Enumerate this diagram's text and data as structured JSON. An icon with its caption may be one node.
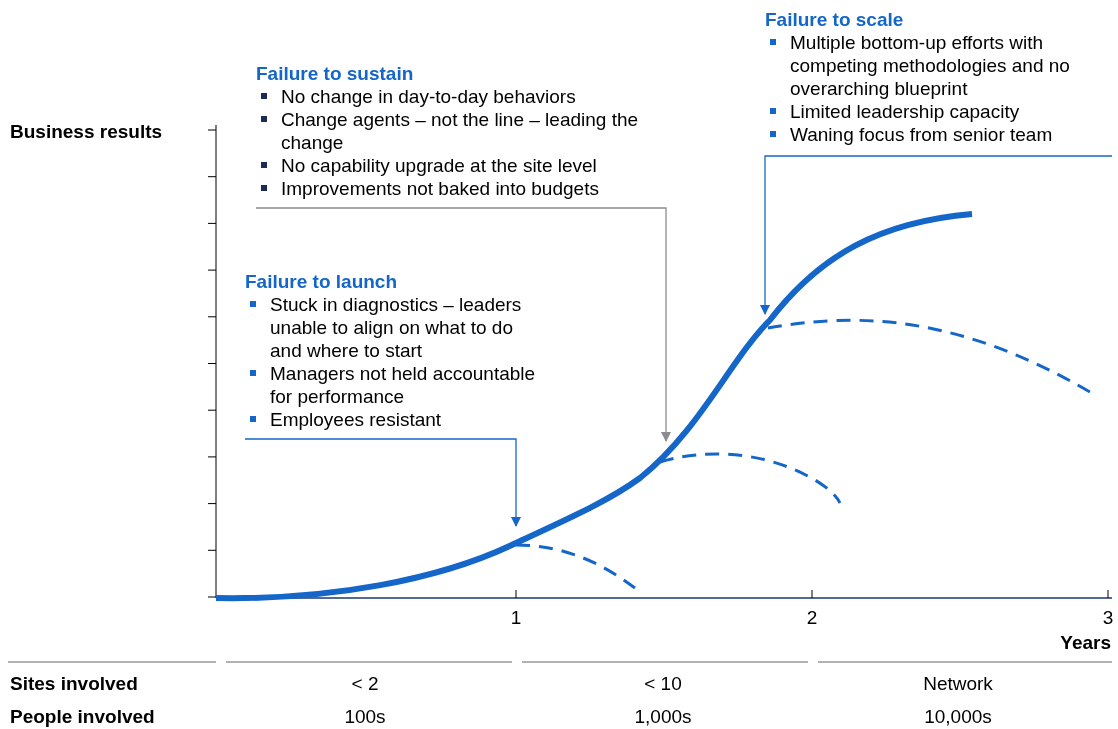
{
  "diagram": {
    "nodes": [
      {
        "text": [
          "Failure to scale",
          "Multiple bottom-up efforts with competing methodologies and no overarching blueprint",
          "Limited leadership capacity",
          "Waning focus from senior team"
        ]
      },
      {
        "text": [
          "Failure to sustain",
          "No change in day-to-day behaviors",
          "Change agents – not the line – leading the change",
          "No capability upgrade at the site level",
          "Improvements not baked into budgets"
        ]
      },
      {
        "text": [
          "Failure to launch",
          "Stuck in diagnostics – leaders unable to align on what to do and where to start",
          "Managers not held accountable for performance",
          "Employees resistant"
        ]
      }
    ],
    "edges": [
      {
        "from": 0,
        "to": null,
        "arrow": "to"
      },
      {
        "from": 1,
        "to": null,
        "arrow": "to",
        "color": "#8c8c8c"
      },
      {
        "from": 2,
        "to": null,
        "arrow": "to"
      }
    ],
    "labels": [
      "Business results",
      "1",
      "2",
      "3",
      "Years",
      "Sites involved",
      "< 2",
      "< 10",
      "Network",
      "People involved",
      "100s",
      "1,000s",
      "10,000s"
    ]
  }
}
